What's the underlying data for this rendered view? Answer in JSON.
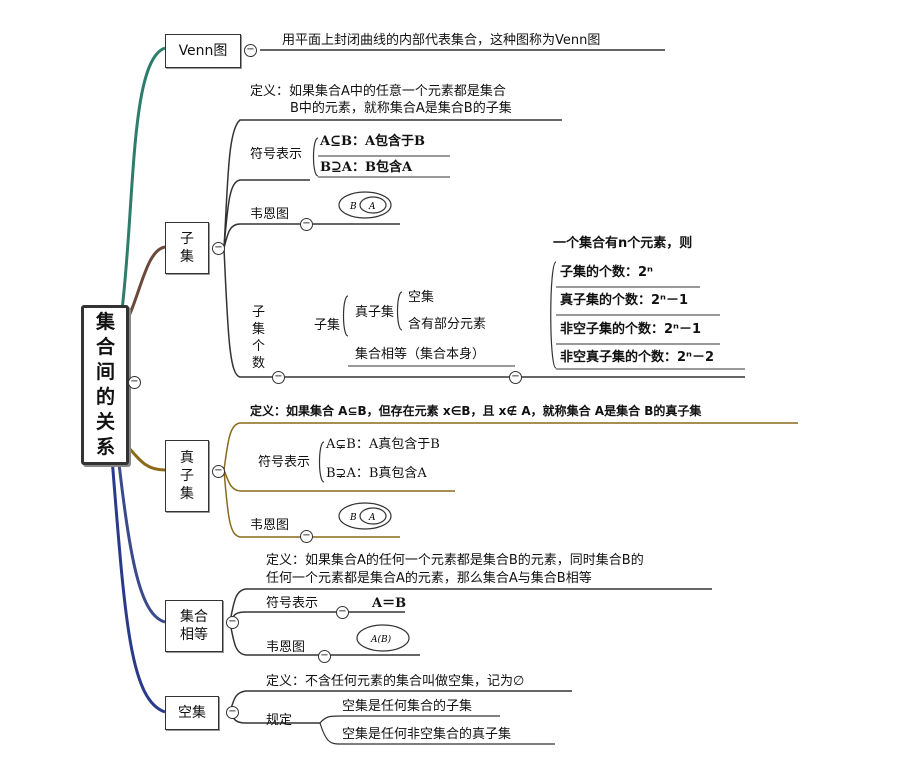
{
  "root": {
    "label": "集合间的关系"
  },
  "venn": {
    "title": "Venn图",
    "description": "用平面上封闭曲线的内部代表集合，这种图称为Venn图"
  },
  "subset": {
    "title": "子集",
    "definition_line1": "定义：如果集合A中的任意一个元素都是集合",
    "definition_line2": "B中的元素，就称集合A是集合B的子集",
    "notation_label": "符号表示",
    "notation_1": "A⊆B：A包含于B",
    "notation_2": "B⊇A：B包含A",
    "diagram_label": "韦恩图",
    "diagram_outer": "B",
    "diagram_inner": "A",
    "count_label": "子集个数",
    "count_branch": "子集",
    "proper_branch": "真子集",
    "proper_empty": "空集",
    "proper_partial": "含有部分元素",
    "equal_branch": "集合相等（集合本身）",
    "formula_header": "一个集合有n个元素，则",
    "formula_1": "子集的个数：2ⁿ",
    "formula_2": "真子集的个数：2ⁿ－1",
    "formula_3": "非空子集的个数：2ⁿ－1",
    "formula_4": "非空真子集的个数：2ⁿ－2"
  },
  "proper_subset": {
    "title": "真子集",
    "definition": "定义：如果集合 A⊆B，但存在元素 x∈B，且 x∉ A，就称集合 A是集合 B的真子集",
    "notation_label": "符号表示",
    "notation_1": "A⊊B：A真包含于B",
    "notation_2": "B⊋A：B真包含A",
    "diagram_label": "韦恩图",
    "diagram_outer": "B",
    "diagram_inner": "A"
  },
  "equal": {
    "title": "集合相等",
    "definition_line1": "定义：如果集合A的任何一个元素都是集合B的元素，同时集合B的",
    "definition_line2": "任何一个元素都是集合A的元素，那么集合A与集合B相等",
    "notation_label": "符号表示",
    "notation_value": "A＝B",
    "diagram_label": "韦恩图",
    "diagram_text": "A(B)"
  },
  "empty": {
    "title": "空集",
    "definition": "定义：不含任何元素的集合叫做空集，记为∅",
    "rule_label": "规定",
    "rule_1": "空集是任何集合的子集",
    "rule_2": "空集是任何非空集合的真子集"
  },
  "colors": {
    "venn_branch": "#2e7d6b",
    "subset_branch": "#6b4a3a",
    "proper_branch": "#8a6a1a",
    "equal_branch": "#3a4a8a",
    "empty_branch": "#2a3a8a",
    "sub_line": "#333333"
  }
}
